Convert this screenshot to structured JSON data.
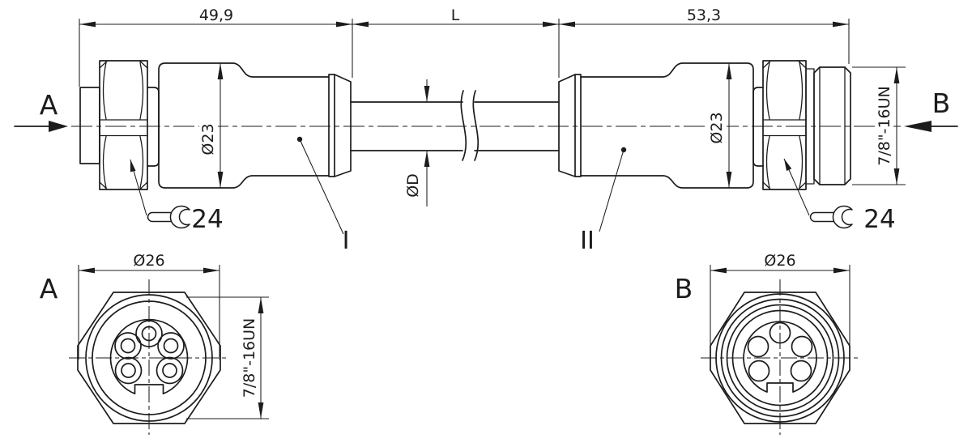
{
  "side_view": {
    "label_a": "A",
    "label_b": "B",
    "dim_length_a": "49,9",
    "dim_length_cable": "L",
    "dim_length_b": "53,3",
    "dim_dia_body_a": "Ø23",
    "dim_dia_body_b": "Ø23",
    "dim_dia_cable": "ØD",
    "dim_thread": "7/8\"-16UN",
    "wrench_size_a": "24",
    "wrench_size_b": "24",
    "ref_connector_a": "I",
    "ref_connector_b": "II"
  },
  "front_view_a": {
    "label": "A",
    "dim_dia_outer": "Ø26",
    "dim_thread": "7/8\"-16UN"
  },
  "front_view_b": {
    "label": "B",
    "dim_dia_outer": "Ø26"
  },
  "colors": {
    "line": "#1c1c1c",
    "background": "#ffffff"
  }
}
